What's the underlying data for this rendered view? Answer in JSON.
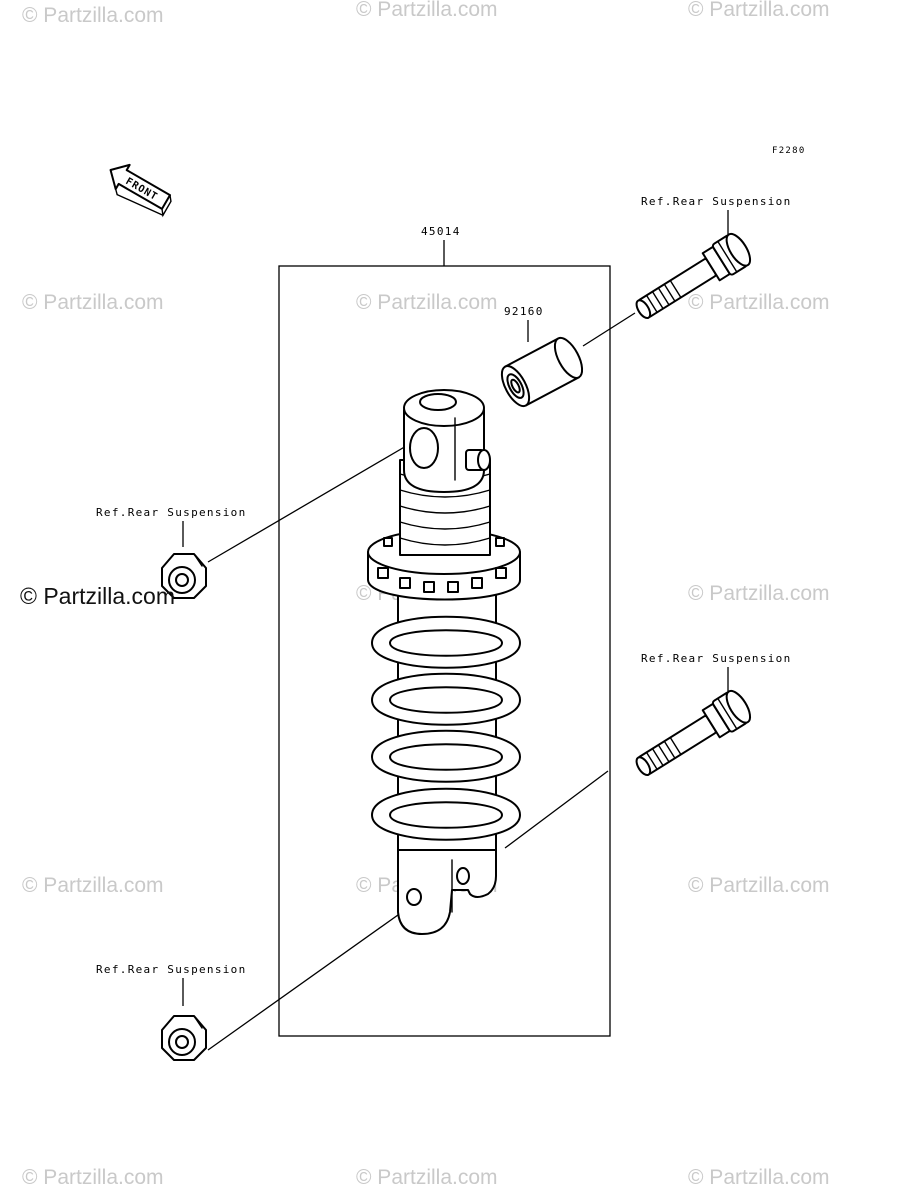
{
  "figure_code": "F2280",
  "front_label": "FRONT",
  "parts": {
    "shock_absorber": "45014",
    "bushing": "92160"
  },
  "references": {
    "bolt_upper": "Ref.Rear Suspension",
    "nut_upper": "Ref.Rear Suspension",
    "bolt_lower": "Ref.Rear Suspension",
    "nut_lower": "Ref.Rear Suspension"
  },
  "watermark": {
    "text": "© Partzilla.com",
    "faint_color": "#c9c9c9",
    "strong_color": "#111111"
  }
}
